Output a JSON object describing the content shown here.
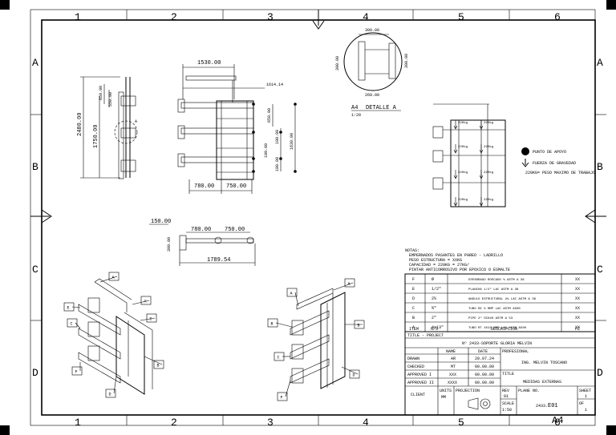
{
  "border": {
    "columns": [
      "1",
      "2",
      "3",
      "4",
      "5",
      "6"
    ],
    "rows": [
      "A",
      "B",
      "C",
      "D"
    ]
  },
  "views": {
    "side": {
      "dims": [
        "2480.00",
        "650.00",
        "550.00",
        "1750.00"
      ],
      "label": "A"
    },
    "front": {
      "dims": [
        "1530.00",
        "1614.14",
        "650.00",
        "1630.00",
        "100.00",
        "100.00",
        "100.00",
        "780.00",
        "750.00"
      ]
    },
    "detail": {
      "dims": [
        "300.00",
        "300.00",
        "300.00",
        "260.00"
      ],
      "scale_label": "A4",
      "name": "DETALLE A",
      "scale": "1:20"
    },
    "top": {
      "dims": [
        "150.00",
        "780.00",
        "750.00",
        "300.00",
        "1789.54"
      ]
    },
    "loads": {
      "labels": [
        "220kg",
        "220kg",
        "220kg",
        "220kg",
        "220kg",
        "220kg",
        "220kg",
        "220kg"
      ],
      "legend": [
        {
          "icon": "support-point-icon",
          "text": "PUNTO DE APOYO"
        },
        {
          "icon": "gravity-arrow-icon",
          "text": "FUERZA DE GRAVEDAD"
        },
        {
          "icon": "",
          "text": "220KG= PESO MAXIMO DE TRABAJO"
        }
      ]
    },
    "iso_left": {
      "labels": [
        "A",
        "A",
        "E",
        "C",
        "C",
        "B",
        "F",
        "D"
      ]
    },
    "iso_right": {
      "labels": [
        "A",
        "A",
        "B",
        "B",
        "C",
        "D",
        "F"
      ]
    }
  },
  "notes": {
    "title": "NOTAS:",
    "items": [
      "EMPERNADOS PASANTES EN PAREO - LADRILLO",
      "PESO ESTRUCTURA = XXKG",
      "CAPACIDAD = 220KG = 27KG/",
      "PINTAR ANTICORROSIVO POR EPOXICO O ESMALTE"
    ]
  },
  "bom": {
    "headers": [
      "ITEM",
      "N/S",
      "DESCRIPCION",
      "PZ"
    ],
    "rows": [
      {
        "item": "F",
        "ns": "Ø",
        "desc": "ESPARRAGO ROSCADO ⅜ ASTM A 36",
        "pz": "XX"
      },
      {
        "item": "E",
        "ns": "1/2\"",
        "desc": "PLANCHA 1/2\" LAC ASTM A 36",
        "pz": "XX"
      },
      {
        "item": "D",
        "ns": "2¼",
        "desc": "ANGULO ESTRUCTURAL 2¼ LAC ASTM A 36",
        "pz": "XX"
      },
      {
        "item": "C",
        "ns": "¾\"",
        "desc": "TUBO DE ⅛ MMP LAC ASTM A500",
        "pz": "XX"
      },
      {
        "item": "B",
        "ns": "2\"",
        "desc": "PIPE 2\" SCH40 ASTM A 53",
        "pz": "XX"
      },
      {
        "item": "A",
        "ns": "4x13\"",
        "desc": "TUBO RT 4X13 MMP LAC ASTM A500",
        "pz": "XX"
      }
    ]
  },
  "title_block": {
    "title_label": "TITLE - PROJECT",
    "project": "Nº 2433-SOPORTE GLORIA MELVIN",
    "col_name": "NAME",
    "col_date": "DATE",
    "professional_label": "PROFESIONAL",
    "professional": "ING. MELVIN TOSCANO",
    "drawn": {
      "label": "DRAWN",
      "name": "AR",
      "date": "20.07.24"
    },
    "checked": {
      "label": "CHECKED",
      "name": "MT",
      "date": "00.00.00"
    },
    "approved1": {
      "label": "APPROVED I",
      "name": "XXX",
      "date": "00.00.00"
    },
    "approved2": {
      "label": "APPROVED II",
      "name": "XXXX",
      "date": "00.00.00"
    },
    "title_field_label": "TITLE",
    "title_field": "MEDIDAS EXTERNAS",
    "client_label": "CLIENT",
    "units_label": "UNITS",
    "units": "MM",
    "projection_label": "PROJECTION",
    "rev_label": "REV",
    "rev": "01",
    "plane_label": "PLANE NO.",
    "plane_prefix": "2433.",
    "plane_no": "E01",
    "scale_label": "SCALE",
    "scale": "1:50",
    "sheet_label": "SHEET",
    "sheet": "1",
    "of_label": "OF",
    "of": "1",
    "paper": "A4"
  }
}
